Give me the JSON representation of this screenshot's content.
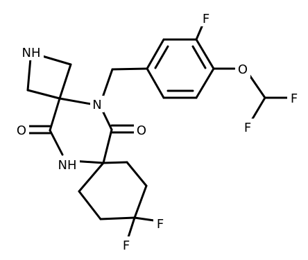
{
  "atoms": {
    "nh_azetidine": "NH",
    "n_amide": "N",
    "nh_amide": "NH",
    "o_left": "O",
    "o_right": "O",
    "o_ether": "O",
    "f_aryl": "F",
    "f_chf2_top": "F",
    "f_chf2_bottom": "F",
    "f_cf2_right": "F",
    "f_cf2_bottom": "F"
  },
  "colors": {
    "bond": "#000000",
    "label": "#000000",
    "background": "#ffffff"
  }
}
